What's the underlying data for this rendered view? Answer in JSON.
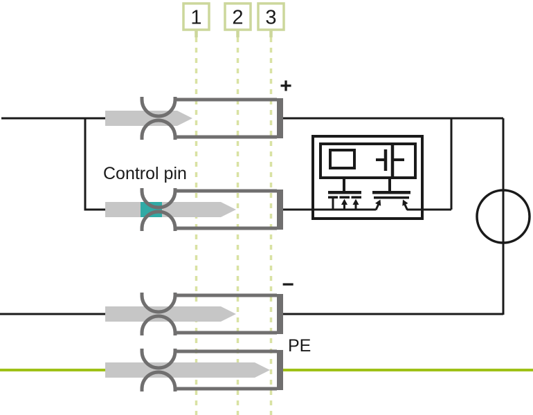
{
  "markers": [
    {
      "label": "1"
    },
    {
      "label": "2"
    },
    {
      "label": "3"
    }
  ],
  "labels": {
    "control_pin": "Control pin",
    "plus": "+",
    "minus": "−",
    "pe": "PE"
  },
  "colors": {
    "wire_black": "#1a1a1a",
    "pin_gray": "#c6c6c6",
    "contact_gray": "#706f6f",
    "teal": "#31aaa5",
    "pe_green": "#9fc117",
    "marker_green": "#ccd79b",
    "dash_green": "#d9e2a3",
    "background": "#ffffff"
  }
}
